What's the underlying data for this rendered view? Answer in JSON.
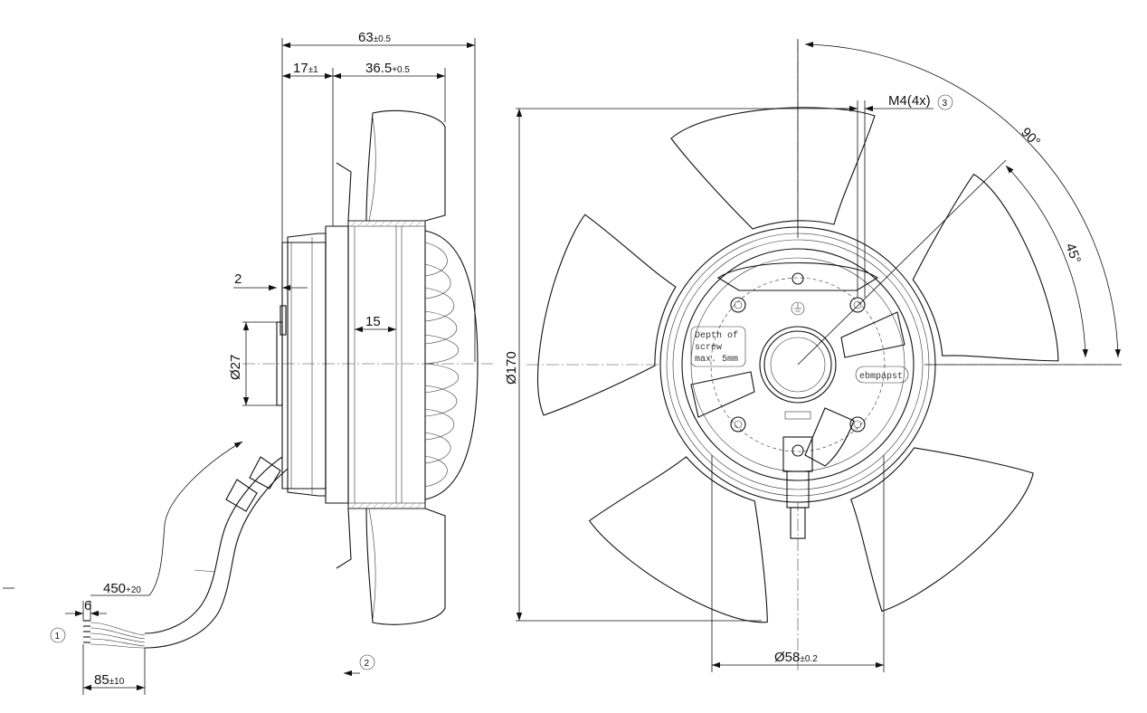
{
  "dimensions": {
    "overall_depth": "63",
    "overall_depth_tol": "±0.5",
    "front_offset": "17",
    "front_offset_tol": "±1",
    "blade_depth": "36.5",
    "blade_depth_tol": "+0.5",
    "step": "2",
    "hub_diameter": "Ø27",
    "ring_width": "15",
    "cable_length": "450",
    "cable_length_tol": "+20",
    "strip_length": "6",
    "wire_length": "85",
    "wire_length_tol": "±10",
    "fan_diameter": "Ø170",
    "bolt_circle": "Ø58",
    "bolt_circle_tol": "±0.2",
    "screw": "M4(4x)",
    "angle_90": "90°",
    "angle_45": "45°"
  },
  "callouts": {
    "c1": "1",
    "c2": "2",
    "c3": "3"
  },
  "labels": {
    "screw_note_line1": "Depth of",
    "screw_note_line2": "screw",
    "screw_note_line3": "max. 5mm",
    "brand": "ebmpapst"
  }
}
